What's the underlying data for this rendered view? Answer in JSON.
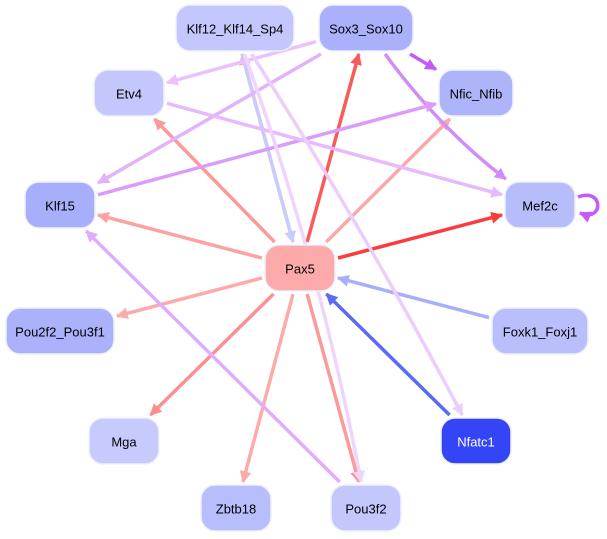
{
  "diagram": {
    "type": "directed-network",
    "nodes": [
      {
        "id": "Klf12_Klf14_Sp4",
        "label": "Klf12_Klf14_Sp4",
        "fill": "#c3c7fc",
        "text": "#000000"
      },
      {
        "id": "Sox3_Sox10",
        "label": "Sox3_Sox10",
        "fill": "#aab0fa",
        "text": "#000000"
      },
      {
        "id": "Etv4",
        "label": "Etv4",
        "fill": "#c3c7fc",
        "text": "#000000"
      },
      {
        "id": "Nfic_Nfib",
        "label": "Nfic_Nfib",
        "fill": "#aeb4fa",
        "text": "#000000"
      },
      {
        "id": "Klf15",
        "label": "Klf15",
        "fill": "#a7aefa",
        "text": "#000000"
      },
      {
        "id": "Mef2c",
        "label": "Mef2c",
        "fill": "#b7bcfb",
        "text": "#000000"
      },
      {
        "id": "Pax5",
        "label": "Pax5",
        "fill": "#fdaaaa",
        "text": "#000000"
      },
      {
        "id": "Pou2f2_Pou3f1",
        "label": "Pou2f2_Pou3f1",
        "fill": "#abb1fa",
        "text": "#000000"
      },
      {
        "id": "Foxk1_Foxj1",
        "label": "Foxk1_Foxj1",
        "fill": "#babffb",
        "text": "#000000"
      },
      {
        "id": "Mga",
        "label": "Mga",
        "fill": "#c6cafc",
        "text": "#000000"
      },
      {
        "id": "Nfatc1",
        "label": "Nfatc1",
        "fill": "#3445f5",
        "text": "#ffffff"
      },
      {
        "id": "Zbtb18",
        "label": "Zbtb18",
        "fill": "#b8bdfb",
        "text": "#000000"
      },
      {
        "id": "Pou3f2",
        "label": "Pou3f2",
        "fill": "#c3c7fc",
        "text": "#000000"
      }
    ],
    "edges": [
      {
        "source": "Pax5",
        "target": "Sox3_Sox10",
        "color": "#fa5a5a"
      },
      {
        "source": "Pax5",
        "target": "Mef2c",
        "color": "#f93c3c"
      },
      {
        "source": "Pax5",
        "target": "Nfic_Nfib",
        "color": "#fda8a8"
      },
      {
        "source": "Pax5",
        "target": "Etv4",
        "color": "#fc9a9a"
      },
      {
        "source": "Pax5",
        "target": "Klf15",
        "color": "#fda2a2"
      },
      {
        "source": "Pax5",
        "target": "Pou2f2_Pou3f1",
        "color": "#fdaaaa"
      },
      {
        "source": "Pax5",
        "target": "Mga",
        "color": "#fb9090"
      },
      {
        "source": "Pax5",
        "target": "Zbtb18",
        "color": "#fdaaaa"
      },
      {
        "source": "Pax5",
        "target": "Pou3f2",
        "color": "#fc9a9a"
      },
      {
        "source": "Pax5",
        "target": "Klf12_Klf14_Sp4",
        "color": "#fdaaaa"
      },
      {
        "source": "Klf12_Klf14_Sp4",
        "target": "Pax5",
        "color": "#c8ccfc"
      },
      {
        "source": "Foxk1_Foxj1",
        "target": "Pax5",
        "color": "#a8aefa"
      },
      {
        "source": "Nfatc1",
        "target": "Pax5",
        "color": "#5a6af6"
      },
      {
        "source": "Sox3_Sox10",
        "target": "Nfic_Nfib",
        "color": "#c55af8"
      },
      {
        "source": "Sox3_Sox10",
        "target": "Mef2c",
        "color": "#d08cf9"
      },
      {
        "source": "Sox3_Sox10",
        "target": "Etv4",
        "color": "#e9c2fc"
      },
      {
        "source": "Sox3_Sox10",
        "target": "Klf15",
        "color": "#e2b2fb"
      },
      {
        "source": "Klf15",
        "target": "Nfic_Nfib",
        "color": "#d99cfa"
      },
      {
        "source": "Etv4",
        "target": "Mef2c",
        "color": "#e6bafc"
      },
      {
        "source": "Klf12_Klf14_Sp4",
        "target": "Nfatc1",
        "color": "#eccdfc"
      },
      {
        "source": "Klf12_Klf14_Sp4",
        "target": "Pou3f2",
        "color": "#efd4fd"
      },
      {
        "source": "Pou3f2",
        "target": "Klf15",
        "color": "#dfadfb"
      },
      {
        "source": "Mef2c",
        "target": "Mef2c",
        "color": "#c55af8"
      }
    ]
  }
}
